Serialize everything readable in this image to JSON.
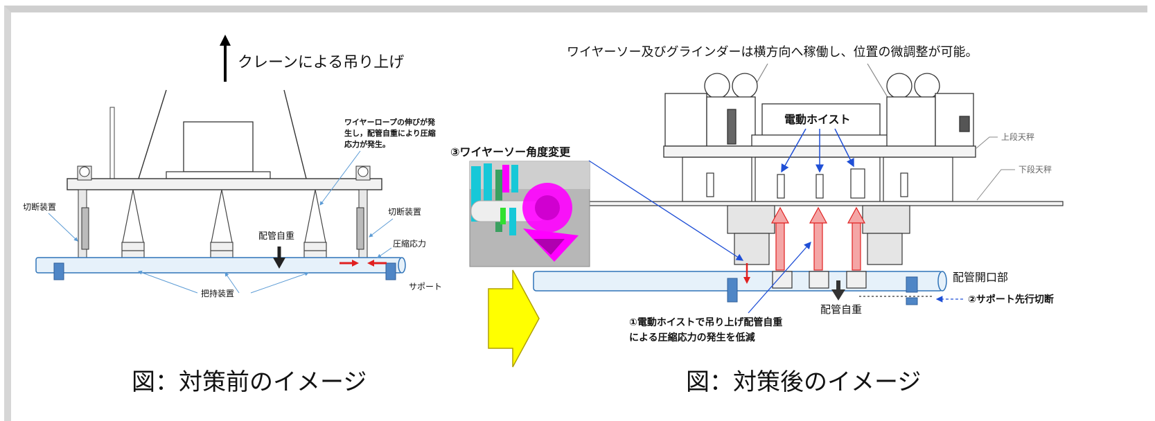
{
  "left": {
    "crane_label": "クレーンによる吊り上げ",
    "wire_note": [
      "ワイヤーロープの伸びが発",
      "生し，配管自重により圧縮",
      "応力が発生。"
    ],
    "cutter_left": "切断装置",
    "cutter_right": "切断装置",
    "pipe_weight": "配管自重",
    "compression": "圧縮応力",
    "support": "サポート",
    "holder": "把持装置",
    "caption": "図：対策前のイメージ"
  },
  "right": {
    "top_note": "ワイヤーソー及びグラインダーは横方向へ稼働し、位置の微調整が可能。",
    "hoist": "電動ホイスト",
    "upper_beam": "上段天秤",
    "lower_beam": "下段天秤",
    "wire_angle": "③ワイヤーソー角度変更",
    "pipe_opening": "配管開口部",
    "pipe_weight": "配管自重",
    "support_cut": "②サポート先行切断",
    "hoist_note": [
      "①電動ホイストで吊り上げ配管自重",
      "による圧縮応力の発生を低減"
    ],
    "caption": "図：対策後のイメージ"
  },
  "colors": {
    "pipe_fill": "#e6f1fa",
    "pipe_stroke": "#2f73b8",
    "support": "#4f86c6",
    "red_arrow": "#e02020",
    "lift_arrow_fill": "#f4a6a6",
    "transition_arrow": "#ffff00",
    "photo_magenta": "#ff00ff",
    "photo_cyan": "#17c8d8"
  }
}
